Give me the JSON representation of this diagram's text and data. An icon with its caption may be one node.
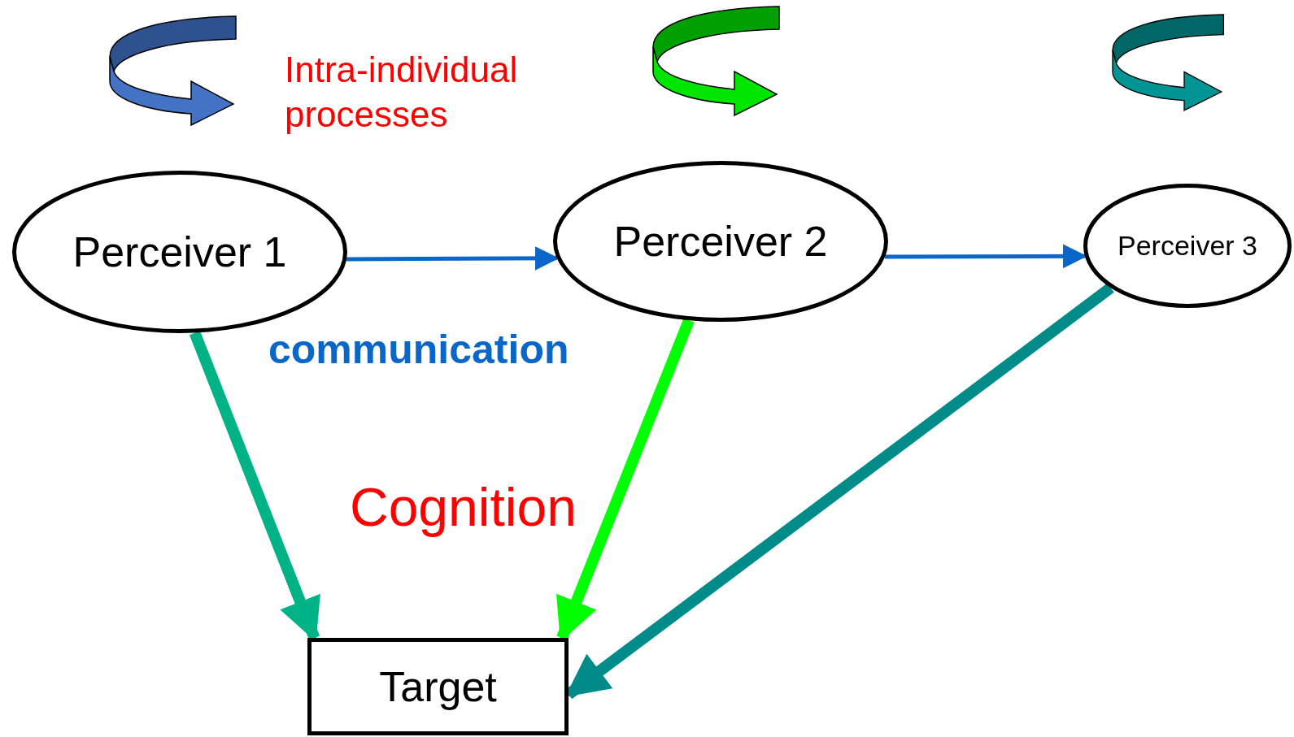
{
  "diagram": {
    "nodes": [
      {
        "text": [
          "Perceiver 1"
        ]
      },
      {
        "text": [
          "Perceiver 2"
        ]
      },
      {
        "text": [
          "Perceiver 3"
        ]
      },
      {
        "text": [
          "Target"
        ]
      }
    ],
    "edges": [
      {
        "from": 0,
        "to": 1,
        "arrow": "to",
        "color": "#0a66c8"
      },
      {
        "from": 1,
        "to": 2,
        "arrow": "to",
        "color": "#0a66c8"
      },
      {
        "from": 0,
        "to": 3,
        "arrow": "to",
        "color": "#00b386"
      },
      {
        "from": 1,
        "to": 3,
        "arrow": "to",
        "color": "#00ff00"
      },
      {
        "from": 2,
        "to": 3,
        "arrow": "to",
        "color": "#008b8b"
      }
    ],
    "labels": [
      "Intra-individual processes",
      "communication",
      "Cognition"
    ]
  }
}
